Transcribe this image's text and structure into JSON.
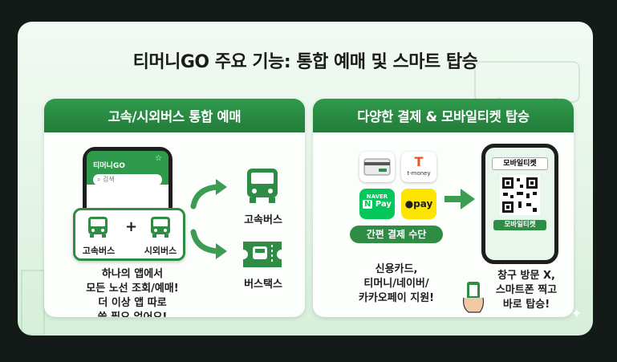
{
  "title": "티머니GO 주요 기능: 통합 예매 및 스마트 탑승",
  "left_panel": {
    "header": "고속/시외버스 통합 예매",
    "phone": {
      "app_name": "티머니GO",
      "search_placeholder": "검색"
    },
    "card": {
      "bus1": "고속버스",
      "plus": "+",
      "bus2": "시외버스"
    },
    "result1": "고속버스",
    "result2": "버스택스",
    "desc": [
      "하나의 앱에서",
      "모든 노선 조회/예매!",
      "더 이상 앱 따로",
      "쓸 필요 없어요!"
    ]
  },
  "right_panel": {
    "header": "다양한 결제 & 모바일티켓 탑승",
    "payments": {
      "tmoney": "t-money",
      "naver": "NAVER",
      "naver_pay": "Pay",
      "kakao_pay": "pay"
    },
    "pay_badge": "간편 결제 수단",
    "pay_desc": [
      "신용카드,",
      "티머니/네이버/",
      "카카오페이 지원!"
    ],
    "ticket": {
      "top": "모바일티켓",
      "bottom": "모바일티켓"
    },
    "board_desc": [
      "창구 방문 X,",
      "스마트폰 찍고",
      "바로 탑승!"
    ]
  },
  "colors": {
    "green": "#2f8c45",
    "dark_green": "#237c3a",
    "kakao_yellow": "#fee500",
    "naver_green": "#03c75a"
  }
}
